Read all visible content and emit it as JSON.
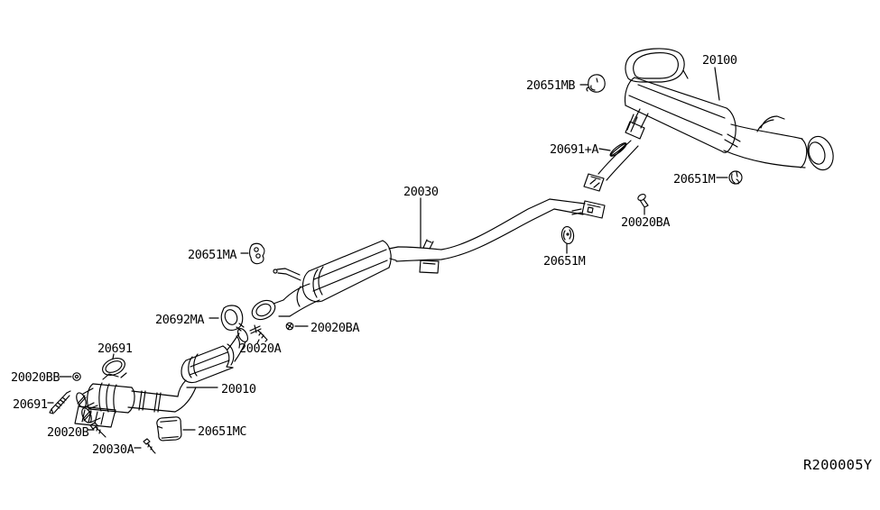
{
  "diagram": {
    "ref_code": "R200005Y",
    "colors": {
      "background": "#ffffff",
      "line": "#000000",
      "text": "#000000"
    },
    "labels": [
      {
        "part_number": "20651MB",
        "points_to": "rubber-mount-nut"
      },
      {
        "part_number": "20100",
        "points_to": "rear-muffler-assembly"
      },
      {
        "part_number": "20691+A",
        "points_to": "exhaust-gasket"
      },
      {
        "part_number": "20651M",
        "points_to": "tailpipe-mount-clamp"
      },
      {
        "part_number": "20020BA",
        "points_to": "mounting-bolt"
      },
      {
        "part_number": "20030",
        "points_to": "center-exhaust-tube-assembly"
      },
      {
        "part_number": "20651M",
        "points_to": "pipe-mount-grommet"
      },
      {
        "part_number": "20651MA",
        "points_to": "muffler-mount-insulator"
      },
      {
        "part_number": "20692MA",
        "points_to": "exhaust-clamp-ring"
      },
      {
        "part_number": "20020BA",
        "points_to": "mounting-bolt"
      },
      {
        "part_number": "20020A",
        "points_to": "mounting-screw"
      },
      {
        "part_number": "20691",
        "points_to": "exhaust-gasket-ring"
      },
      {
        "part_number": "20020BB",
        "points_to": "mounting-nut"
      },
      {
        "part_number": "20691",
        "points_to": "exhaust-stud-bolt"
      },
      {
        "part_number": "20010",
        "points_to": "front-exhaust-tube-catalyst"
      },
      {
        "part_number": "20020B",
        "points_to": "mounting-bolt"
      },
      {
        "part_number": "20030A",
        "points_to": "mounting-bolt"
      },
      {
        "part_number": "20651MC",
        "points_to": "heat-insulator-bracket"
      }
    ]
  }
}
